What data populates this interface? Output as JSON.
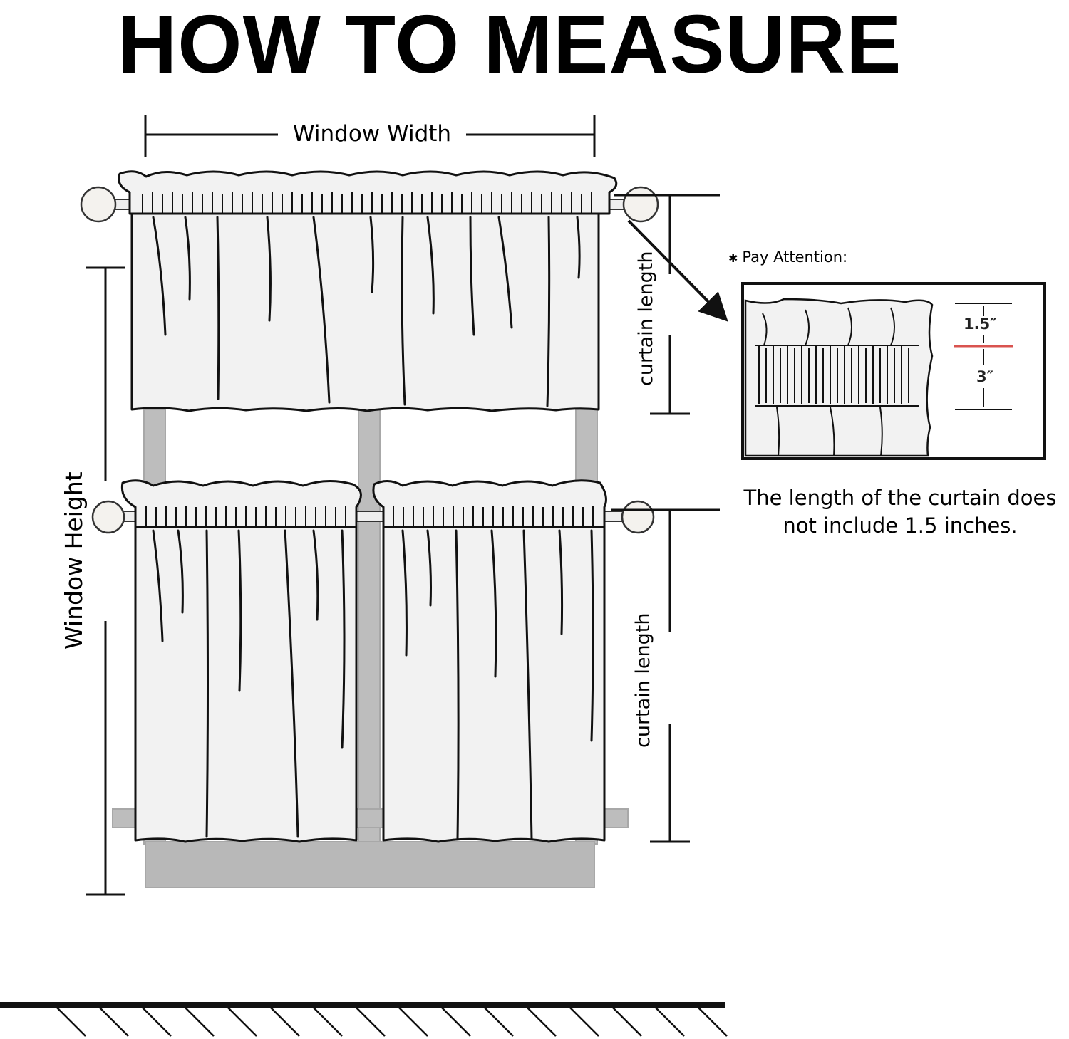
{
  "title": "HOW TO MEASURE",
  "labels": {
    "window_width": "Window Width",
    "window_height": "Window Height",
    "curtain_length_top": "curtain length",
    "curtain_length_bottom": "curtain length"
  },
  "attention": {
    "heading": "Pay Attention:",
    "dim_top": "1.5″",
    "dim_bottom": "3″",
    "note_line1": "The length of the curtain does",
    "note_line2": "not include 1.5 inches."
  },
  "colors": {
    "outline": "#111111",
    "curtain": "#f2f2f2",
    "frame": "#bdbdbd",
    "sill": "#b8b8b8",
    "accent_line": "#d9534f"
  }
}
